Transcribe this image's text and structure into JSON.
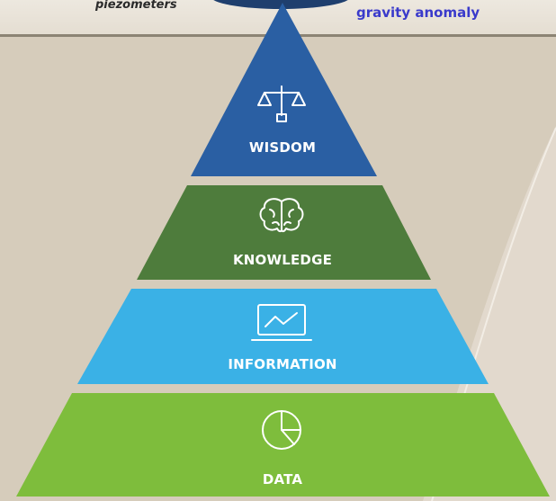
{
  "header": {
    "left_label": "piezometers",
    "right_label": "gravity anomaly"
  },
  "pyramid": {
    "tiers": [
      {
        "key": "wisdom",
        "label": "WISDOM",
        "icon": "scales-icon",
        "color": "#2a5fa3"
      },
      {
        "key": "knowledge",
        "label": "KNOWLEDGE",
        "icon": "brain-icon",
        "color": "#4e7c3c"
      },
      {
        "key": "information",
        "label": "INFORMATION",
        "icon": "laptop-chart-icon",
        "color": "#3ab1e6"
      },
      {
        "key": "data",
        "label": "DATA",
        "icon": "pie-chart-icon",
        "color": "#7ebd3c"
      }
    ]
  }
}
